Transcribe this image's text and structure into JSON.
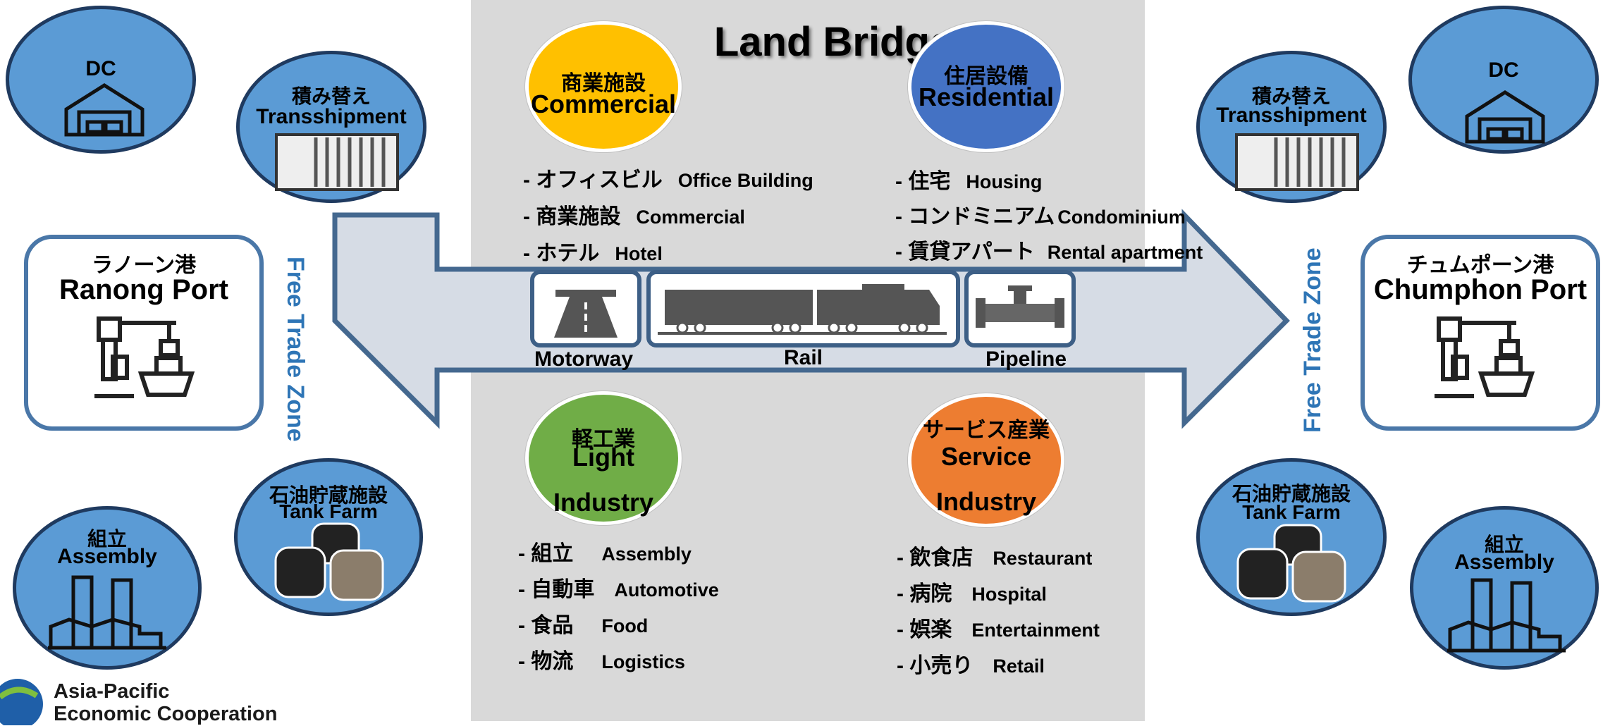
{
  "title": "Land Bridge",
  "categories": {
    "commercial": {
      "jp": "商業施設",
      "en": "Commercial",
      "color": "#ffc000"
    },
    "residential": {
      "jp": "住居設備",
      "en": "Residential",
      "color": "#4472c4"
    },
    "light_industry": {
      "jp": "軽工業",
      "en1": "Light",
      "en2": "Industry",
      "color": "#70ad47"
    },
    "service_industry": {
      "jp": "サービス産業",
      "en1": "Service",
      "en2": "Industry",
      "color": "#ed7d31"
    }
  },
  "lists": {
    "commercial": [
      {
        "jp": "- オフィスビル",
        "en": "Office Building"
      },
      {
        "jp": "- 商業施設",
        "en": "Commercial"
      },
      {
        "jp": "- ホテル",
        "en": "Hotel"
      }
    ],
    "residential": [
      {
        "jp": "- 住宅",
        "en": "Housing"
      },
      {
        "jp": "- コンドミニアム",
        "en": "Condominium"
      },
      {
        "jp": "- 賃貸アパート",
        "en": "Rental apartment"
      }
    ],
    "light_industry": [
      {
        "jp": "- 組立",
        "en": "Assembly"
      },
      {
        "jp": "- 自動車",
        "en": "Automotive"
      },
      {
        "jp": "- 食品",
        "en": "Food"
      },
      {
        "jp": "- 物流",
        "en": "Logistics"
      }
    ],
    "service_industry": [
      {
        "jp": "- 飲食店",
        "en": "Restaurant"
      },
      {
        "jp": "- 病院",
        "en": "Hospital"
      },
      {
        "jp": "- 娯楽",
        "en": "Entertainment"
      },
      {
        "jp": "- 小売り",
        "en": "Retail"
      }
    ]
  },
  "transport": {
    "motorway": "Motorway",
    "rail": "Rail",
    "pipeline": "Pipeline"
  },
  "ports": {
    "left": {
      "jp": "ラノーン港",
      "en": "Ranong Port"
    },
    "right": {
      "jp": "チュムポーン港",
      "en": "Chumphon Port"
    }
  },
  "free_trade_zone": "Free Trade Zone",
  "facilities": {
    "dc": "DC",
    "transshipment_jp": "積み替え",
    "transshipment_en": "Transshipment",
    "tank_farm_jp": "石油貯蔵施設",
    "tank_farm_en": "Tank Farm",
    "assembly_jp": "組立",
    "assembly_en": "Assembly"
  },
  "logo": {
    "line1": "Asia-Pacific",
    "line2": "Economic Cooperation"
  },
  "colors": {
    "facility_fill": "#5b9bd5",
    "arrow_fill": "#d6dce5",
    "arrow_border": "#44688f",
    "ftz_text": "#2e75b6"
  }
}
